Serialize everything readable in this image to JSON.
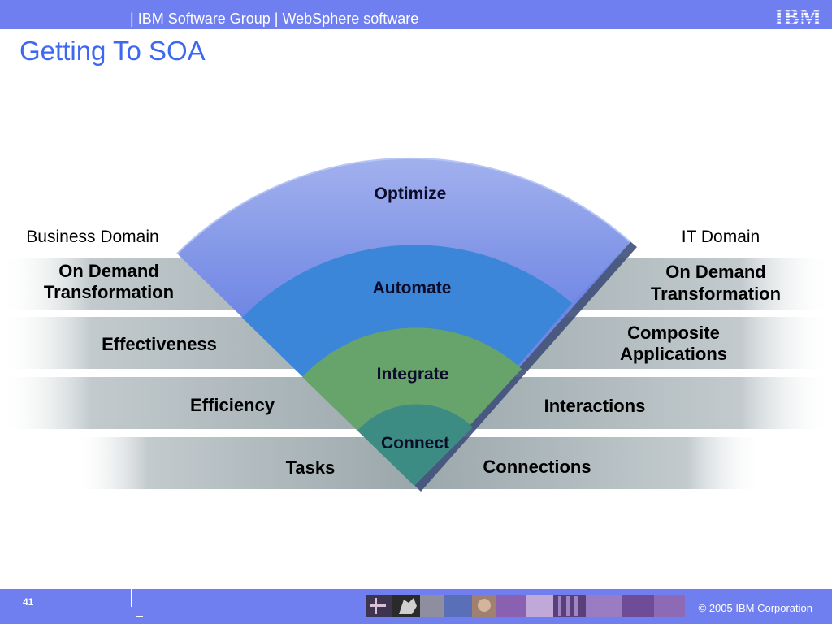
{
  "header": {
    "group": "IBM Software Group",
    "separator": "|",
    "product": "WebSphere software",
    "logo_text": "IBM"
  },
  "slide": {
    "title": "Getting To SOA"
  },
  "diagram": {
    "business_domain": "Business Domain",
    "it_domain": "IT Domain",
    "layers": [
      {
        "label": "Optimize",
        "color": "#6f86e4"
      },
      {
        "label": "Automate",
        "color": "#3b86d8"
      },
      {
        "label": "Integrate",
        "color": "#67a46b"
      },
      {
        "label": "Connect",
        "color": "#3d8c84"
      }
    ],
    "business_levels": [
      {
        "line1": "On Demand",
        "line2": "Transformation"
      },
      {
        "line1": "Effectiveness"
      },
      {
        "line1": "Efficiency"
      },
      {
        "line1": "Tasks"
      }
    ],
    "it_levels": [
      {
        "line1": "On Demand",
        "line2": "Transformation"
      },
      {
        "line1": "Composite",
        "line2": "Applications"
      },
      {
        "line1": "Interactions"
      },
      {
        "line1": "Connections"
      }
    ]
  },
  "footer": {
    "page_number": "41",
    "copyright": "© 2005 IBM Corporation"
  },
  "colors": {
    "header_bar": "#6f7ff0",
    "title": "#3f68f0",
    "band": "#a4b0b4"
  }
}
